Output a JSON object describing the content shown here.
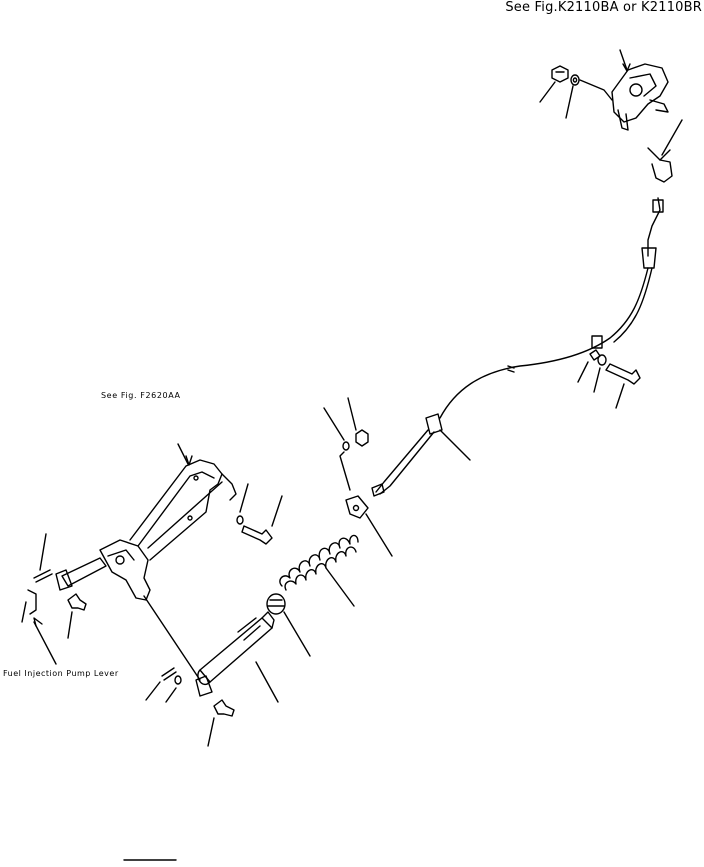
{
  "labels": {
    "ref_top": "See Fig.K2110BA or K2110BR",
    "ref_mid": "See Fig. F2620AA",
    "fuel_pump": "Fuel Injection Pump Lever"
  }
}
